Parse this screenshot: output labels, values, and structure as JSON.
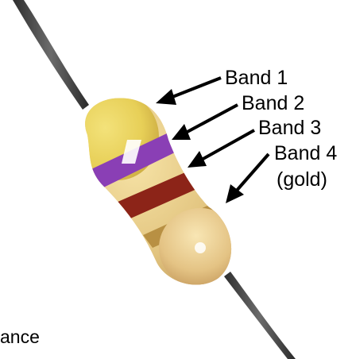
{
  "photo": {
    "subject": "resistor-with-color-bands",
    "colors": {
      "body": "#e2c47f",
      "body_highlight": "#f6e3a6",
      "end_cap_left": "#e7cf57",
      "band_1": "#e9d46a",
      "band_2": "#8a3fb5",
      "band_3": "#8c2418",
      "band_4": "#b38a3c",
      "lead_wire": "#4a4a4a",
      "arrow": "#000000"
    }
  },
  "labels": {
    "band_1": "Band 1",
    "band_2": "Band 2",
    "band_3": "Band 3",
    "band_4": "Band 4",
    "band_4_note": "(gold)"
  },
  "caption_fragment": "ance"
}
